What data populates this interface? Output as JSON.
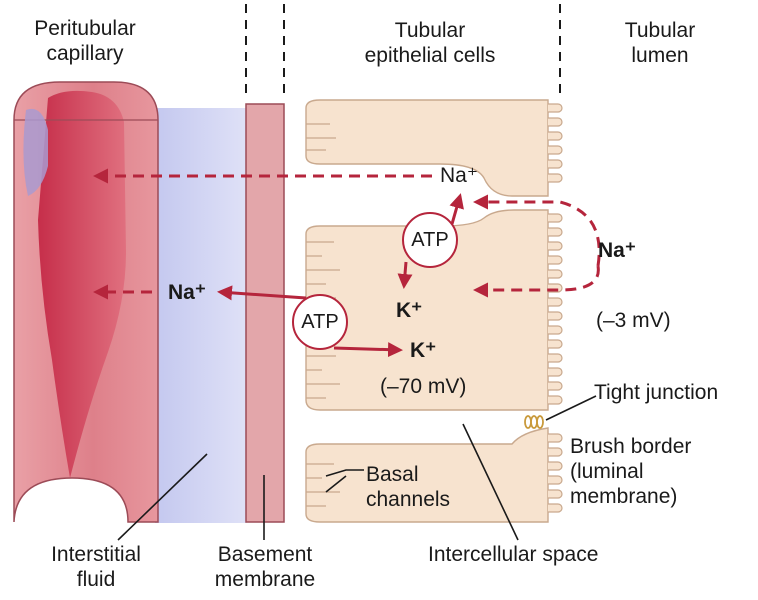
{
  "labels": {
    "peritubular_capillary": [
      "Peritubular",
      "capillary"
    ],
    "tubular_epithelial_cells": [
      "Tubular",
      "epithelial cells"
    ],
    "tubular_lumen": [
      "Tubular",
      "lumen"
    ],
    "interstitial_fluid": [
      "Interstitial",
      "fluid"
    ],
    "basement_membrane": [
      "Basement",
      "membrane"
    ],
    "intercellular_space": "Intercellular space",
    "tight_junction": "Tight junction",
    "brush_border": [
      "Brush border",
      "(luminal",
      "membrane)"
    ],
    "basal_channels": [
      "Basal",
      "channels"
    ],
    "na_top": "Na⁺",
    "na_left": "Na⁺",
    "na_lumen": "Na⁺",
    "k_upper": "K⁺",
    "k_lower": "K⁺",
    "atp_upper": "ATP",
    "atp_lower": "ATP",
    "lumen_potential": "(–3 mV)",
    "cell_potential": "(–70 mV)"
  },
  "colors": {
    "arrow_red": "#b5253c",
    "cell_fill": "#f7e3cf",
    "cell_stroke": "#c9a98e",
    "capillary_fill": "#e28c93",
    "capillary_dark": "#c5384f",
    "interstitial_fill": "#c9ccf0",
    "membrane_fill": "#e2a9ad"
  }
}
